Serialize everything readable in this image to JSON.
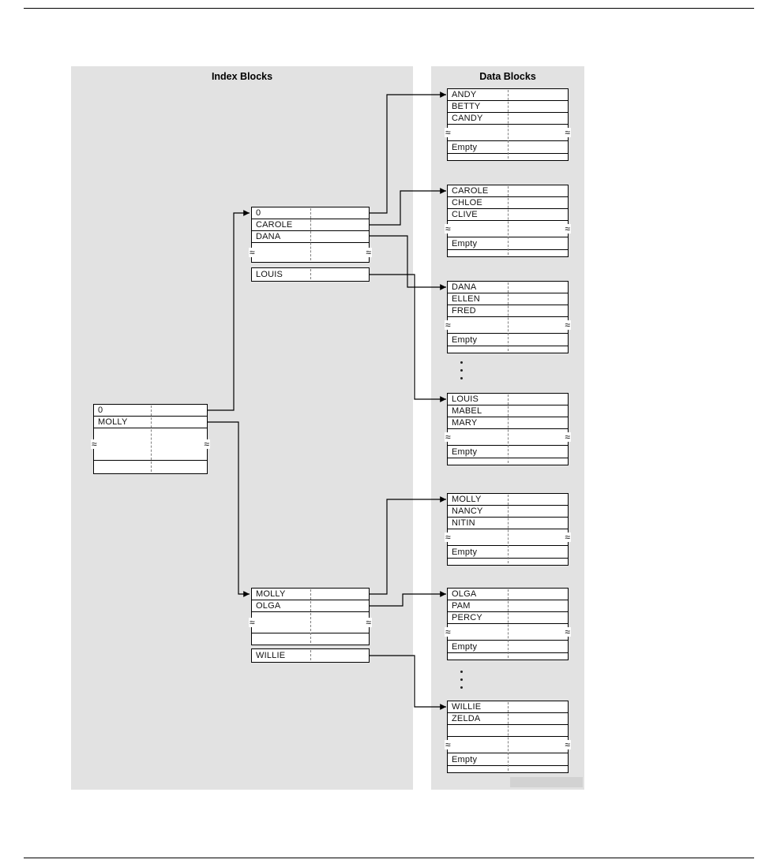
{
  "page": {
    "index_panel_title": "Index Blocks",
    "data_panel_title": "Data Blocks"
  },
  "index_blocks": {
    "root": {
      "rows": [
        "0",
        "MOLLY"
      ]
    },
    "upper": {
      "rows": [
        "0",
        "CAROLE",
        "DANA"
      ]
    },
    "upper_tail": {
      "rows": [
        "LOUIS"
      ]
    },
    "lower": {
      "rows": [
        "MOLLY",
        "OLGA"
      ]
    },
    "lower_tail": {
      "rows": [
        "WILLIE"
      ]
    }
  },
  "data_blocks": [
    {
      "rows": [
        "ANDY",
        "BETTY",
        "CANDY"
      ],
      "empty": "Empty"
    },
    {
      "rows": [
        "CAROLE",
        "CHLOE",
        "CLIVE"
      ],
      "empty": "Empty"
    },
    {
      "rows": [
        "DANA",
        "ELLEN",
        "FRED"
      ],
      "empty": "Empty"
    },
    {
      "rows": [
        "LOUIS",
        "MABEL",
        "MARY"
      ],
      "empty": "Empty"
    },
    {
      "rows": [
        "MOLLY",
        "NANCY",
        "NITIN"
      ],
      "empty": "Empty"
    },
    {
      "rows": [
        "OLGA",
        "PAM",
        "PERCY"
      ],
      "empty": "Empty"
    },
    {
      "rows": [
        "WILLIE",
        "ZELDA",
        ""
      ],
      "empty": "Empty"
    }
  ],
  "colors": {
    "panel_bg": "#e2e2e2",
    "block_bg": "#ffffff",
    "line": "#000000"
  }
}
